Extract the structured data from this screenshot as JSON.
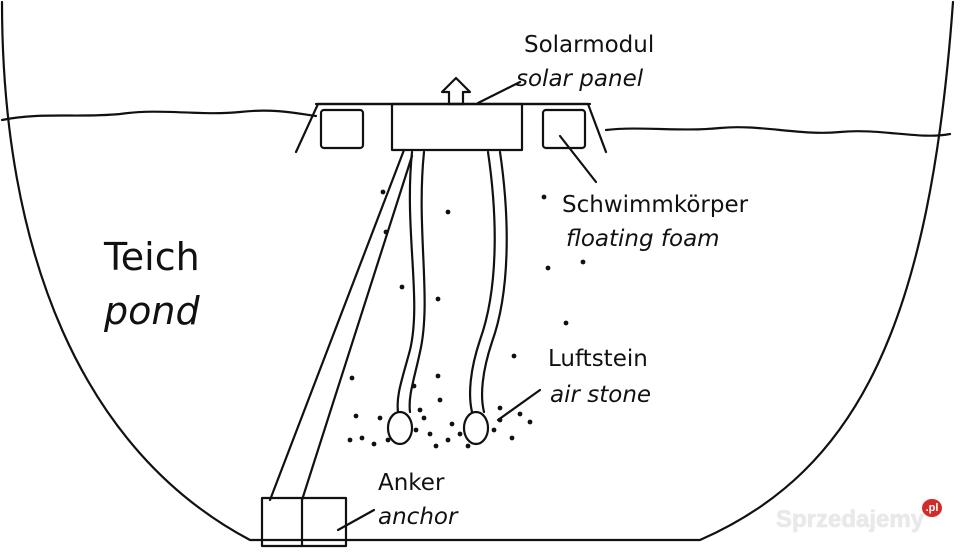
{
  "labels": {
    "solar_de": "Solarmodul",
    "solar_en": "solar panel",
    "float_de": "Schwimmkörper",
    "float_en": "floating foam",
    "pond_de": "Teich",
    "pond_en": "pond",
    "airstone_de": "Luftstein",
    "airstone_en": "air stone",
    "anchor_de": "Anker",
    "anchor_en": "anchor"
  },
  "watermark": {
    "text": "Sprzedajemy",
    "badge": ".pl"
  },
  "colors": {
    "line": "#111111",
    "background": "#ffffff",
    "watermark_badge": "#d42a2a"
  }
}
